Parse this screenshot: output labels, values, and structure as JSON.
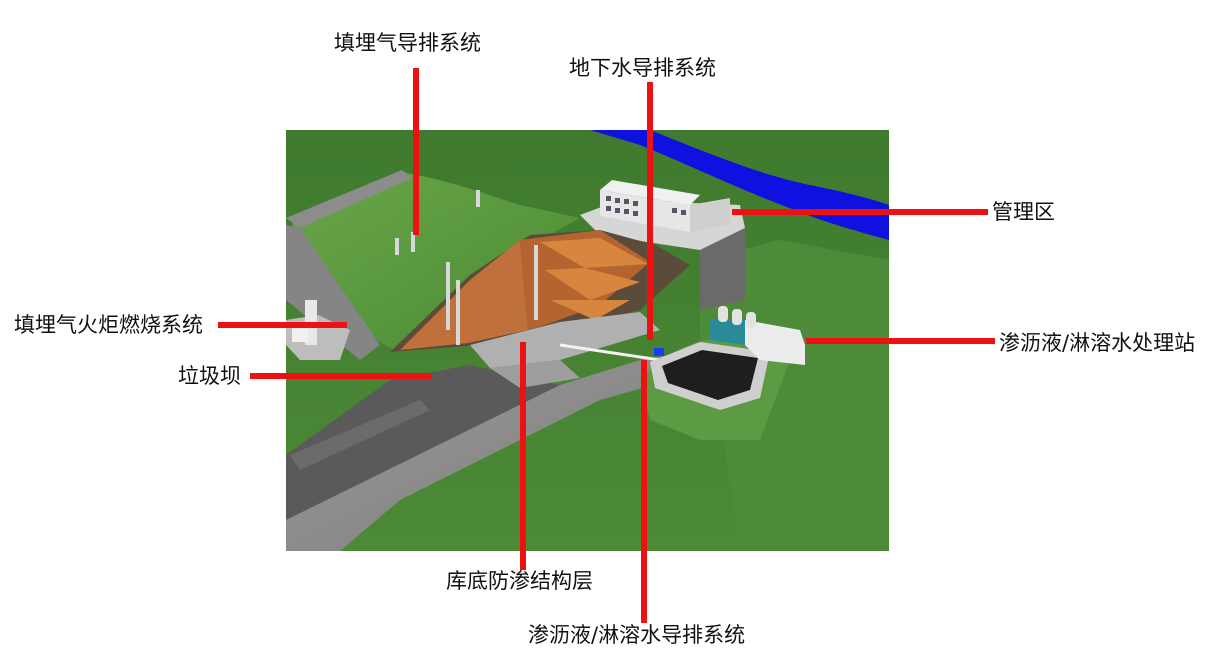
{
  "labels": {
    "gas_drainage": "填埋气导排系统",
    "groundwater_drainage": "地下水导排系统",
    "management_area": "管理区",
    "gas_flare": "填埋气火炬燃烧系统",
    "leachate_treatment": "渗沥液/淋溶水处理站",
    "waste_dam": "垃圾坝",
    "liner_layer": "库底防渗结构层",
    "leachate_drainage": "渗沥液/淋溶水导排系统"
  },
  "colors": {
    "leader": "#ee1111",
    "grass": "#4f8a3a",
    "river": "#1010e0",
    "cell_wall": "#c0703a"
  }
}
